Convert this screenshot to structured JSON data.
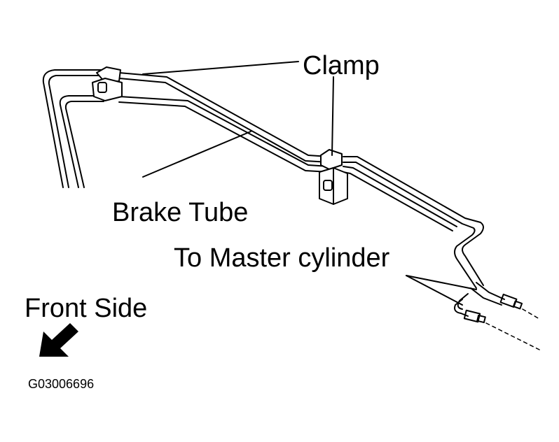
{
  "labels": {
    "clamp": "Clamp",
    "brake_tube": "Brake Tube",
    "to_master_cylinder": "To Master cylinder",
    "front_side": "Front Side",
    "figure_code": "G03006696"
  },
  "colors": {
    "line": "#000000",
    "background": "#ffffff"
  },
  "icons": {
    "direction_arrow": "arrow-down-left-icon"
  }
}
